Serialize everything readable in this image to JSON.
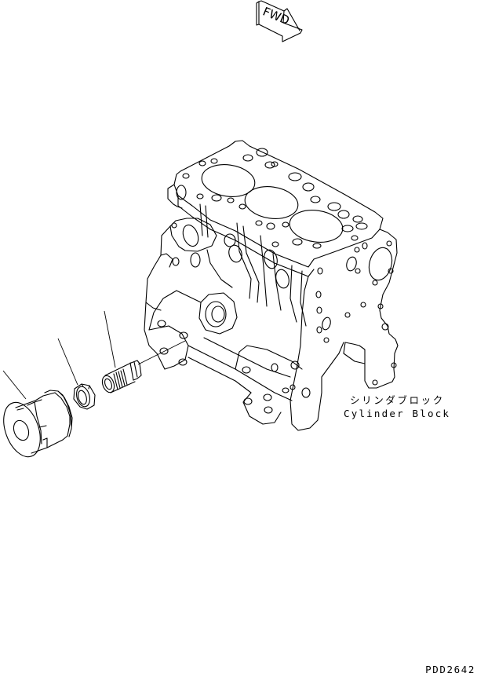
{
  "diagram": {
    "type": "exploded-parts-view",
    "orientation_marker": {
      "label": "FWD",
      "icon": "forward-arrow-icon"
    },
    "main_component": {
      "label_jp": "シリンダブロック",
      "label_en": "Cylinder Block"
    },
    "parts": [
      {
        "name": "oil-filter-cartridge",
        "icon": "filter-cartridge-icon"
      },
      {
        "name": "nut",
        "icon": "hex-nut-icon"
      },
      {
        "name": "stud",
        "icon": "threaded-stud-icon"
      }
    ],
    "drawing_id": "PDD2642",
    "colors": {
      "line": "#000000",
      "background": "#ffffff"
    }
  }
}
